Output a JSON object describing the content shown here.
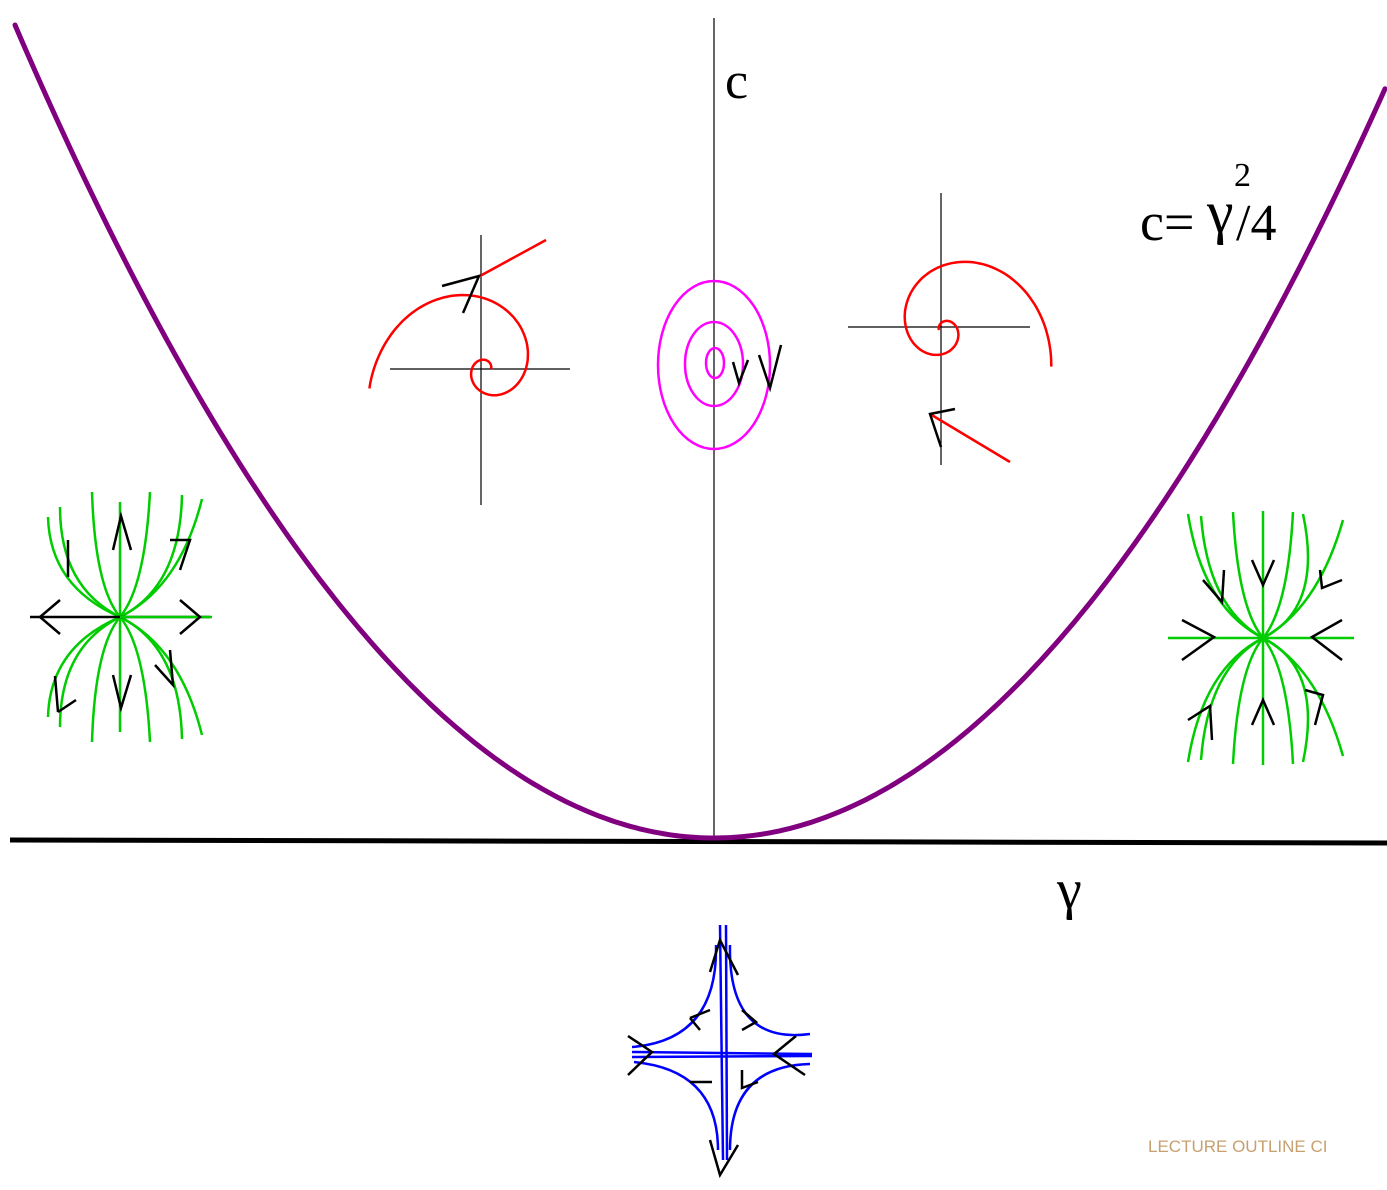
{
  "axes": {
    "vertical_label": "c",
    "horizontal_label": "γ"
  },
  "curve": {
    "label_prefix": "c=",
    "label_symbol": "γ",
    "label_exponent": "2",
    "label_suffix": "/4",
    "color": "#800080"
  },
  "colors": {
    "node": "#00cc00",
    "spiral": "#ff0000",
    "center": "#ff00ff",
    "saddle": "#0000ff",
    "axes": "#000000",
    "footer": "#c8a070"
  },
  "footer": {
    "text": "LECTURE OUTLINE CI"
  }
}
